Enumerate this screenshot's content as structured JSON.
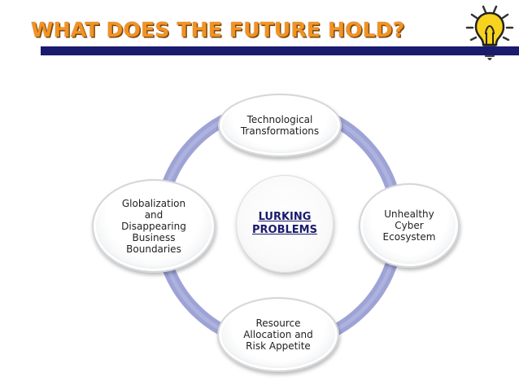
{
  "header": {
    "title": "WHAT DOES THE FUTURE HOLD?",
    "icon": "lightbulb-icon"
  },
  "diagram": {
    "center_label": "LURKING\nPROBLEMS",
    "nodes": [
      {
        "id": "top",
        "lines": [
          "Technological",
          "Transformations"
        ]
      },
      {
        "id": "right",
        "lines": [
          "Unhealthy",
          "Cyber",
          "Ecosystem"
        ]
      },
      {
        "id": "bottom",
        "lines": [
          "Resource",
          "Allocation and",
          "Risk Appetite"
        ]
      },
      {
        "id": "left",
        "lines": [
          "Globalization",
          "and",
          "Disappearing",
          "Business",
          "Boundaries"
        ]
      }
    ],
    "colors": {
      "title": "#f39222",
      "title_bar": "#1a1a6e",
      "ring": "#9ea3d6",
      "center_text": "#1a1a6e"
    }
  }
}
